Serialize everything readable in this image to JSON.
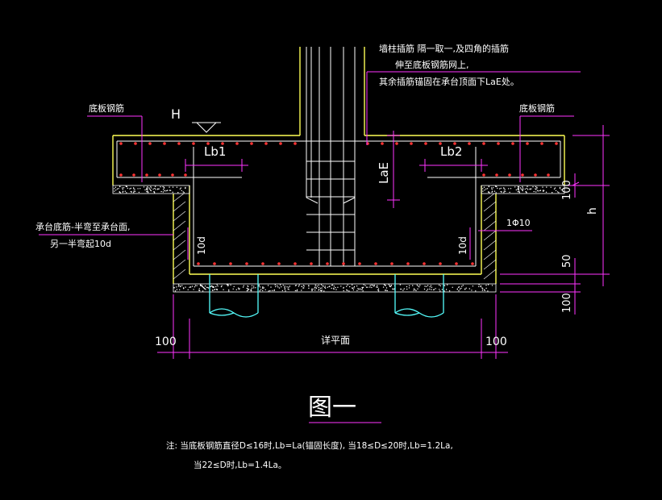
{
  "colors": {
    "background": "#000000",
    "yellow": "#ffff55",
    "white": "#ffffff",
    "red": "#ff3333",
    "magenta": "#ff33ff",
    "cyan": "#55ffff",
    "green": "#00ff00"
  },
  "labels": {
    "note_top_line1": "墙柱插筋 隔一取一,及四角的插筋",
    "note_top_line2": "伸至底板钢筋网上,",
    "note_top_line3": "其余插筋锚固在承台顶面下LaE处。",
    "bottom_rebar_left": "底板钢筋",
    "bottom_rebar_right": "底板钢筋",
    "elevation_h": "H",
    "lb1": "Lb1",
    "lb2": "Lb2",
    "lae": "LaE",
    "dim_100_right_top": "100",
    "dim_h": "h",
    "bar_1d10": "1Φ10",
    "dim_10d_left": "10d",
    "dim_10d_right": "10d",
    "cap_note_line1": "承台底筋-半弯至承台面,",
    "cap_note_line2": "另一半弯起10d",
    "dim_50": "50",
    "dim_100_right_bottom": "100",
    "dim_100_left": "100",
    "dim_100_right": "100",
    "plan_ref": "详平面",
    "figure_title": "图一",
    "footnote_line1": "注: 当底板钢筋直径D≤16时,Lb=La(锚固长度), 当18≤D≤20时,Lb=1.2La,",
    "footnote_line2": "当22≤D时,Lb=1.4La。"
  }
}
